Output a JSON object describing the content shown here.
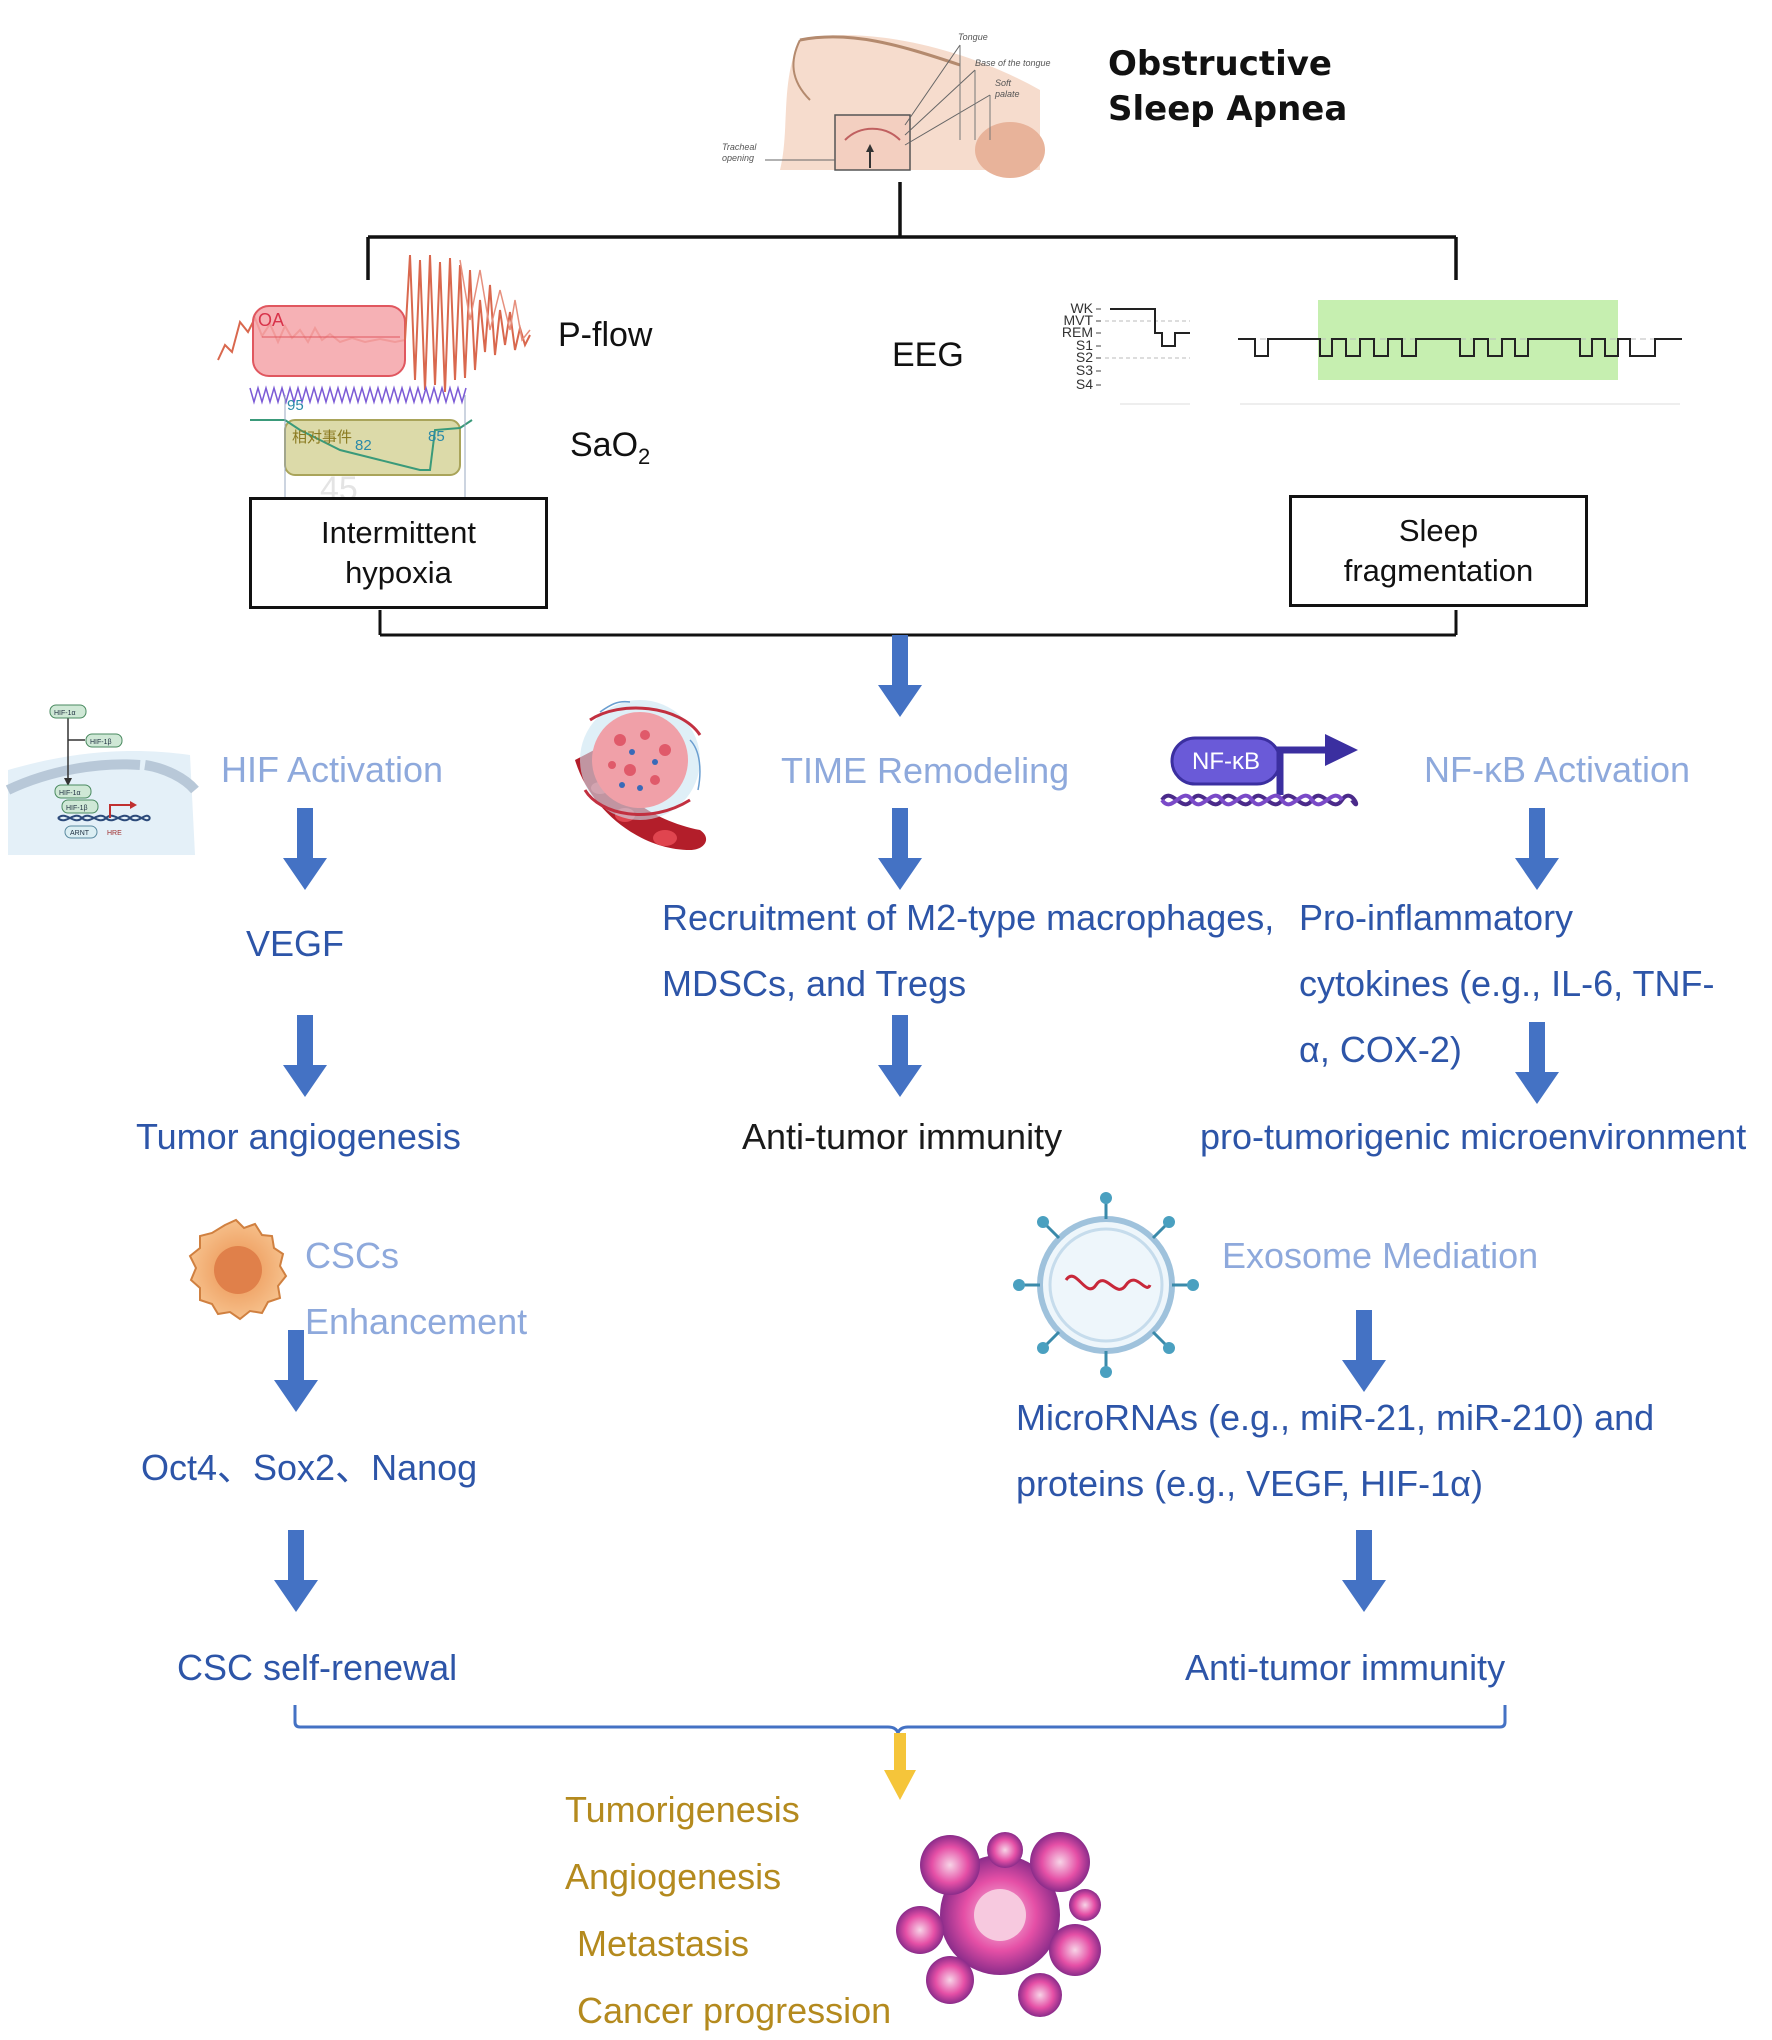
{
  "header": {
    "title_line1": "Obstructive",
    "title_line2": "Sleep Apnea"
  },
  "anatomy": {
    "labels": [
      "Tongue",
      "Base of the tongue",
      "Soft",
      "palate",
      "Tracheal",
      "opening"
    ]
  },
  "signals": {
    "pflow_label": "P-flow",
    "sao2_label": "SaO",
    "sao2_subscript": "2",
    "eeg_label": "EEG",
    "oa_tag": "OA",
    "sao2_values": [
      "95",
      "82",
      "85"
    ],
    "sao2_box_text": "相对事件",
    "sao2_bg_digits": "45",
    "hypnogram_stages": [
      "WK",
      "MVT",
      "REM",
      "S1",
      "S2",
      "S3",
      "S4"
    ]
  },
  "boxes": {
    "left_line1": "Intermittent",
    "left_line2": "hypoxia",
    "right_line1": "Sleep",
    "right_line2": "fragmentation"
  },
  "icons": {
    "hif_labels": [
      "HIF-1α",
      "HIF-1β",
      "HIF-1α",
      "HIF-1β",
      "ARNT",
      "HRE"
    ],
    "nfkb_label": "NF-κB"
  },
  "pathways": {
    "hif": {
      "title": "HIF Activation",
      "step1": "VEGF",
      "step2": "Tumor angiogenesis"
    },
    "time": {
      "title": "TIME Remodeling",
      "step1_line1": "Recruitment of M2-type macrophages,",
      "step1_line2": "MDSCs, and Tregs",
      "step2": "Anti-tumor immunity"
    },
    "nfkb": {
      "title": "NF-κB Activation",
      "step1_line1": "Pro-inflammatory",
      "step1_line2": "cytokines (e.g., IL-6, TNF-",
      "step1_line3": "α, COX-2)",
      "step2": "pro-tumorigenic microenvironment"
    },
    "csc": {
      "title_line1": "CSCs",
      "title_line2": "Enhancement",
      "step1": "Oct4、Sox2、Nanog",
      "step2": "CSC self-renewal"
    },
    "exo": {
      "title": "Exosome Mediation",
      "step1_line1": "MicroRNAs (e.g., miR-21, miR-210) and",
      "step1_line2": "proteins (e.g., VEGF, HIF-1α)",
      "step2": "Anti-tumor immunity"
    }
  },
  "outcomes": [
    "Tumorigenesis",
    "Angiogenesis",
    "Metastasis",
    "Cancer progression"
  ],
  "colors": {
    "mechanism_title": "#8ea9dc",
    "pathway_text": "#2d55a8",
    "arrow": "#4472c4",
    "final_arrow": "#f5c53a",
    "outcome_text": "#b48a1e",
    "oa_box": "#f4a3a8",
    "sao2_box": "#d6d49a",
    "eeg_highlight": "#c6efb0"
  }
}
